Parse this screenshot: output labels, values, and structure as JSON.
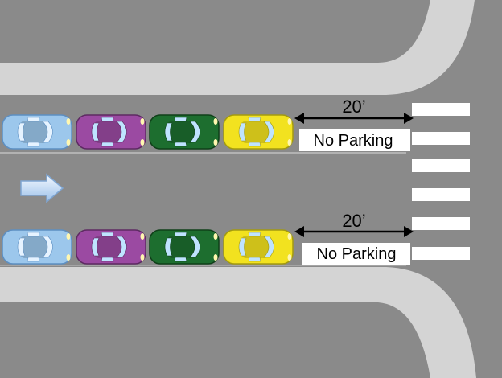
{
  "colors": {
    "road": "#8a8a8a",
    "sidewalk": "#d4d4d4",
    "crosswalk": "#ffffff",
    "lane_line": "#c0c0c0",
    "label_bg": "#ffffff"
  },
  "cars": [
    {
      "name": "light-blue",
      "color": "#9cc7ec",
      "edge": "#5d8fc2",
      "window": "#e6f3ff"
    },
    {
      "name": "purple",
      "color": "#9b4aa2",
      "edge": "#5e2a63",
      "window": "#bfe3ff"
    },
    {
      "name": "dark-green",
      "color": "#1d6e2f",
      "edge": "#0f4019",
      "window": "#bfe3ff"
    },
    {
      "name": "yellow",
      "color": "#f2e21f",
      "edge": "#a39a10",
      "window": "#bfe3ff"
    }
  ],
  "top_zone": {
    "distance": "20’",
    "text": "No Parking"
  },
  "bottom_zone": {
    "distance": "20’",
    "text": "No Parking"
  },
  "arrow": {
    "icon": "right-arrow-icon",
    "color": "#cfe3fb"
  }
}
